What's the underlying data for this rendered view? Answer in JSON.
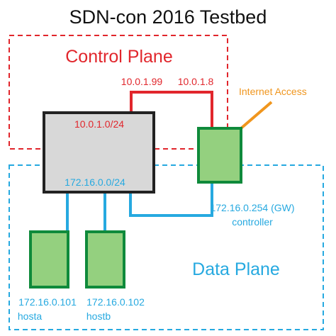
{
  "title": "SDN-con 2016 Testbed",
  "control_plane": {
    "label": "Control Plane",
    "ip_left": "10.0.1.99",
    "ip_right": "10.0.1.8"
  },
  "switch": {
    "control_ip": "10.0.1.0/24",
    "data_ip": "172.16.0.0/24"
  },
  "internet": {
    "label": "Internet Access"
  },
  "controller": {
    "ip": "172.16.0.254 (GW)",
    "name": "controller"
  },
  "data_plane": {
    "label": "Data Plane"
  },
  "hosts": [
    {
      "ip": "172.16.0.101",
      "name": "hosta"
    },
    {
      "ip": "172.16.0.102",
      "name": "hostb"
    }
  ],
  "colors": {
    "control": "#e1262c",
    "data": "#26a9e0",
    "internet": "#f0961e",
    "node_fill": "#94d07f",
    "node_stroke": "#0f8a3b",
    "switch_fill": "#d8d8d8",
    "switch_stroke": "#222222"
  }
}
